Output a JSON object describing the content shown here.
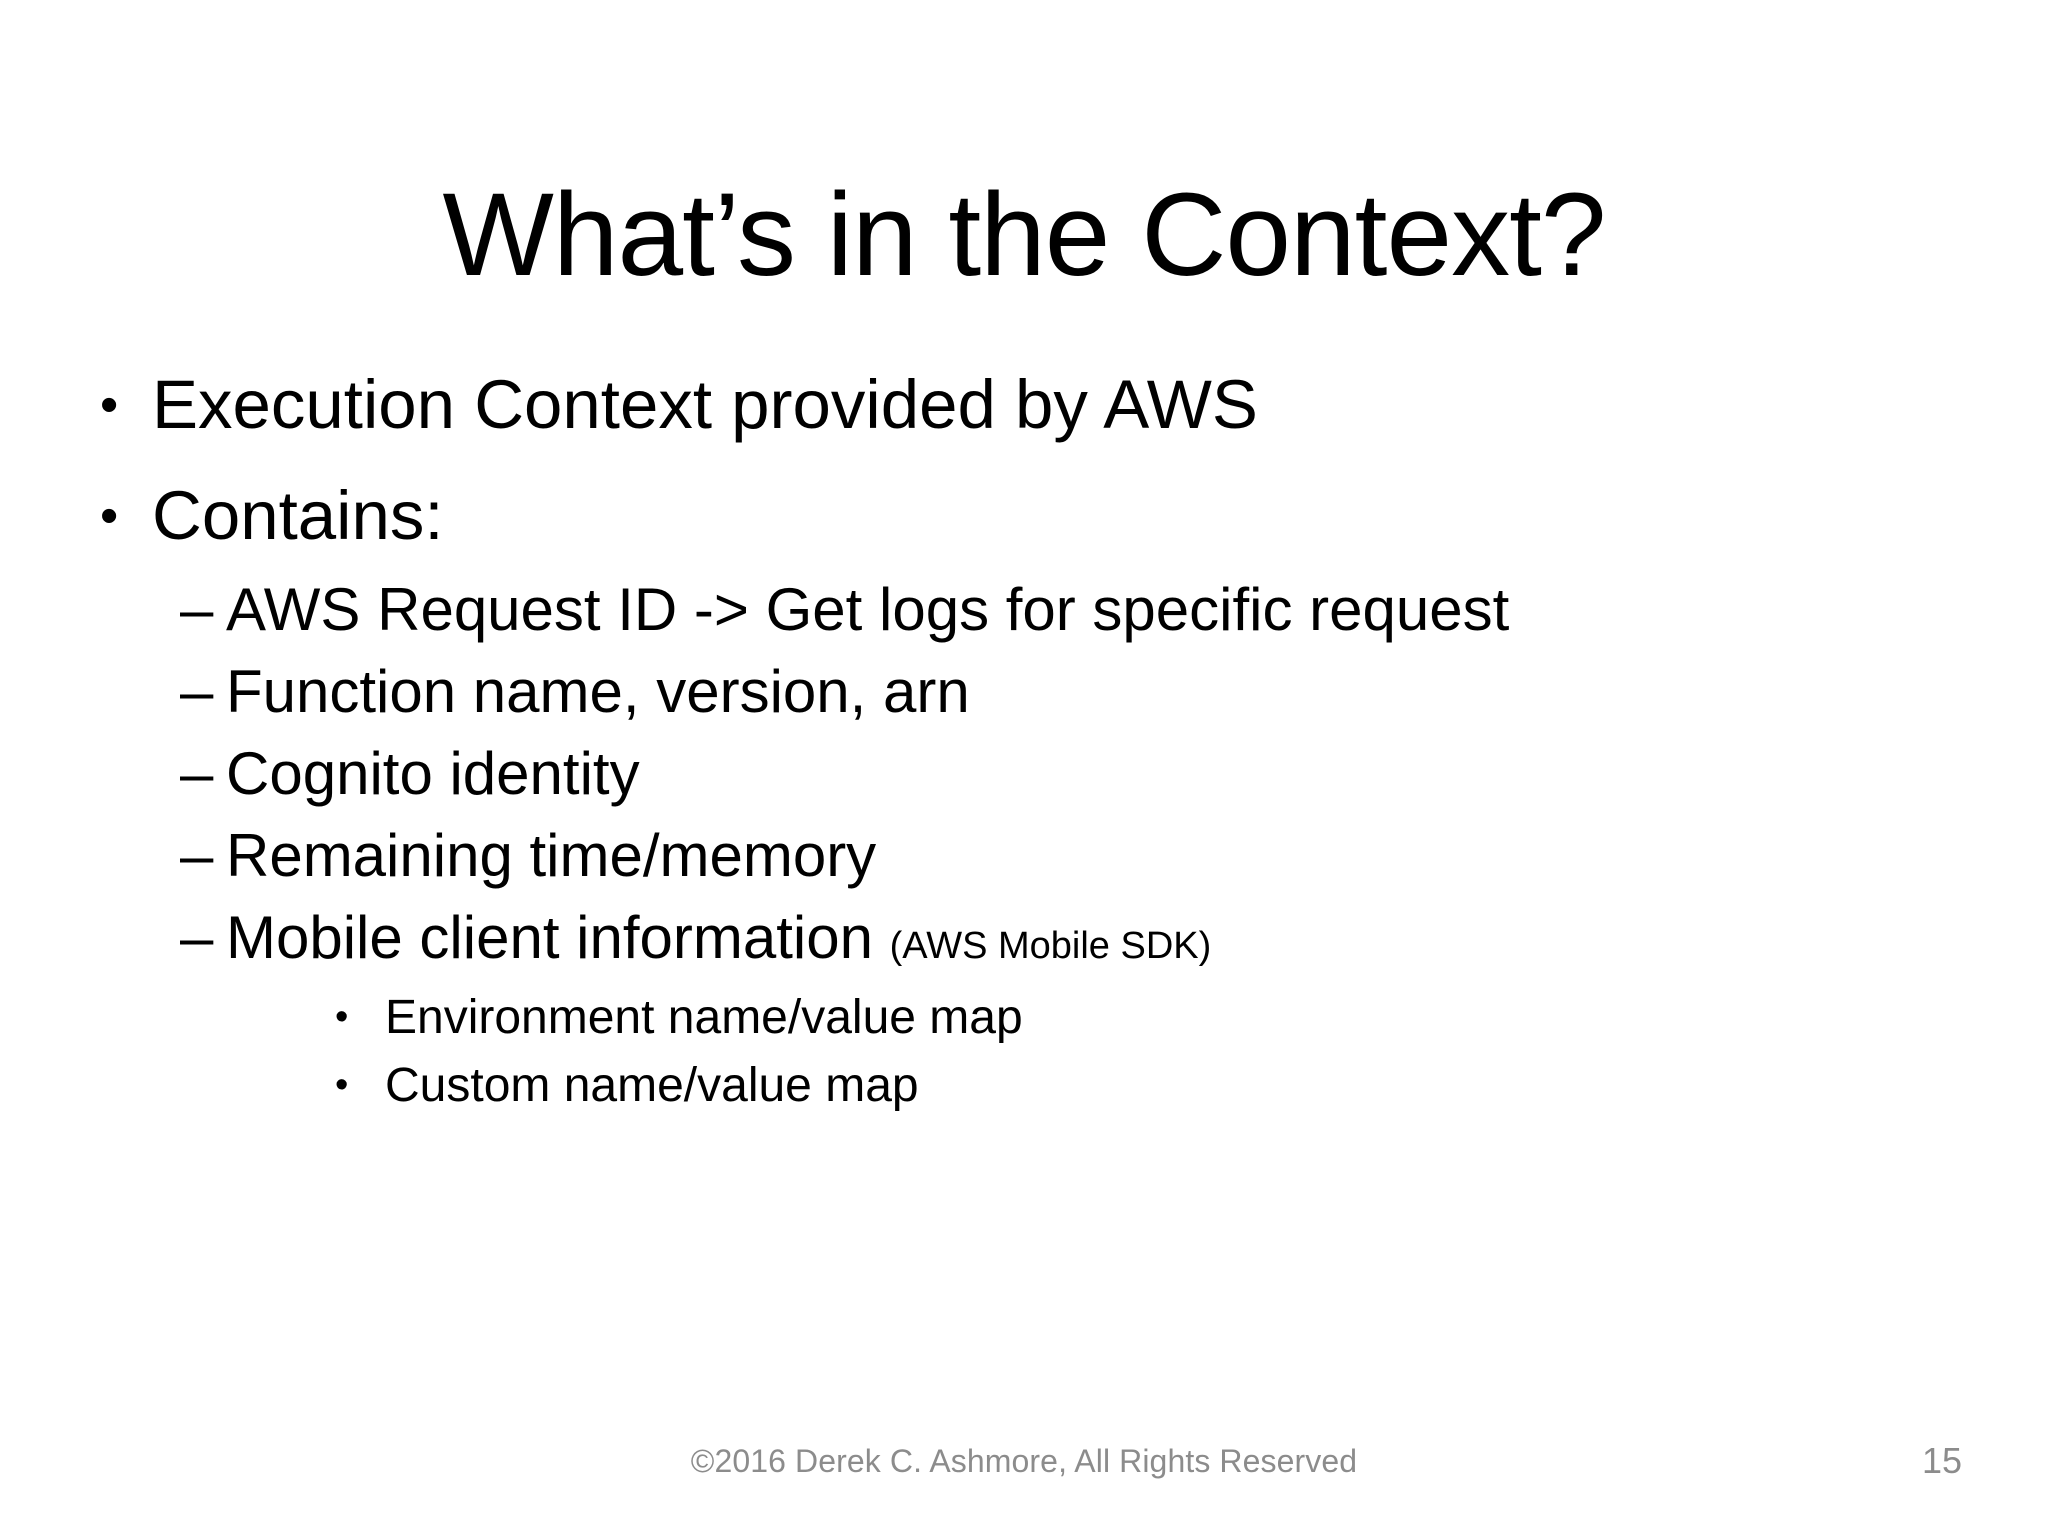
{
  "slide": {
    "title": "What’s in the Context?",
    "background_color": "#ffffff",
    "text_color": "#000000",
    "footer_color": "#8c8c8c"
  },
  "markers": {
    "bullet_dot": "•",
    "bullet_dash": "–",
    "bullet_dot_small": "•"
  },
  "content": {
    "level1": [
      {
        "text": "Execution Context provided by AWS"
      },
      {
        "text": "Contains:"
      }
    ],
    "level2": [
      {
        "text": "AWS Request ID -> Get logs for specific request"
      },
      {
        "text": "Function name, version, arn"
      },
      {
        "text": "Cognito identity"
      },
      {
        "text": "Remaining time/memory"
      },
      {
        "text": "Mobile client information",
        "note": "(AWS Mobile SDK)"
      }
    ],
    "level3": [
      {
        "text": "Environment name/value map"
      },
      {
        "text": "Custom name/value map"
      }
    ]
  },
  "footer": {
    "copyright": "©2016 Derek C. Ashmore, All Rights Reserved",
    "page_number": "15"
  }
}
